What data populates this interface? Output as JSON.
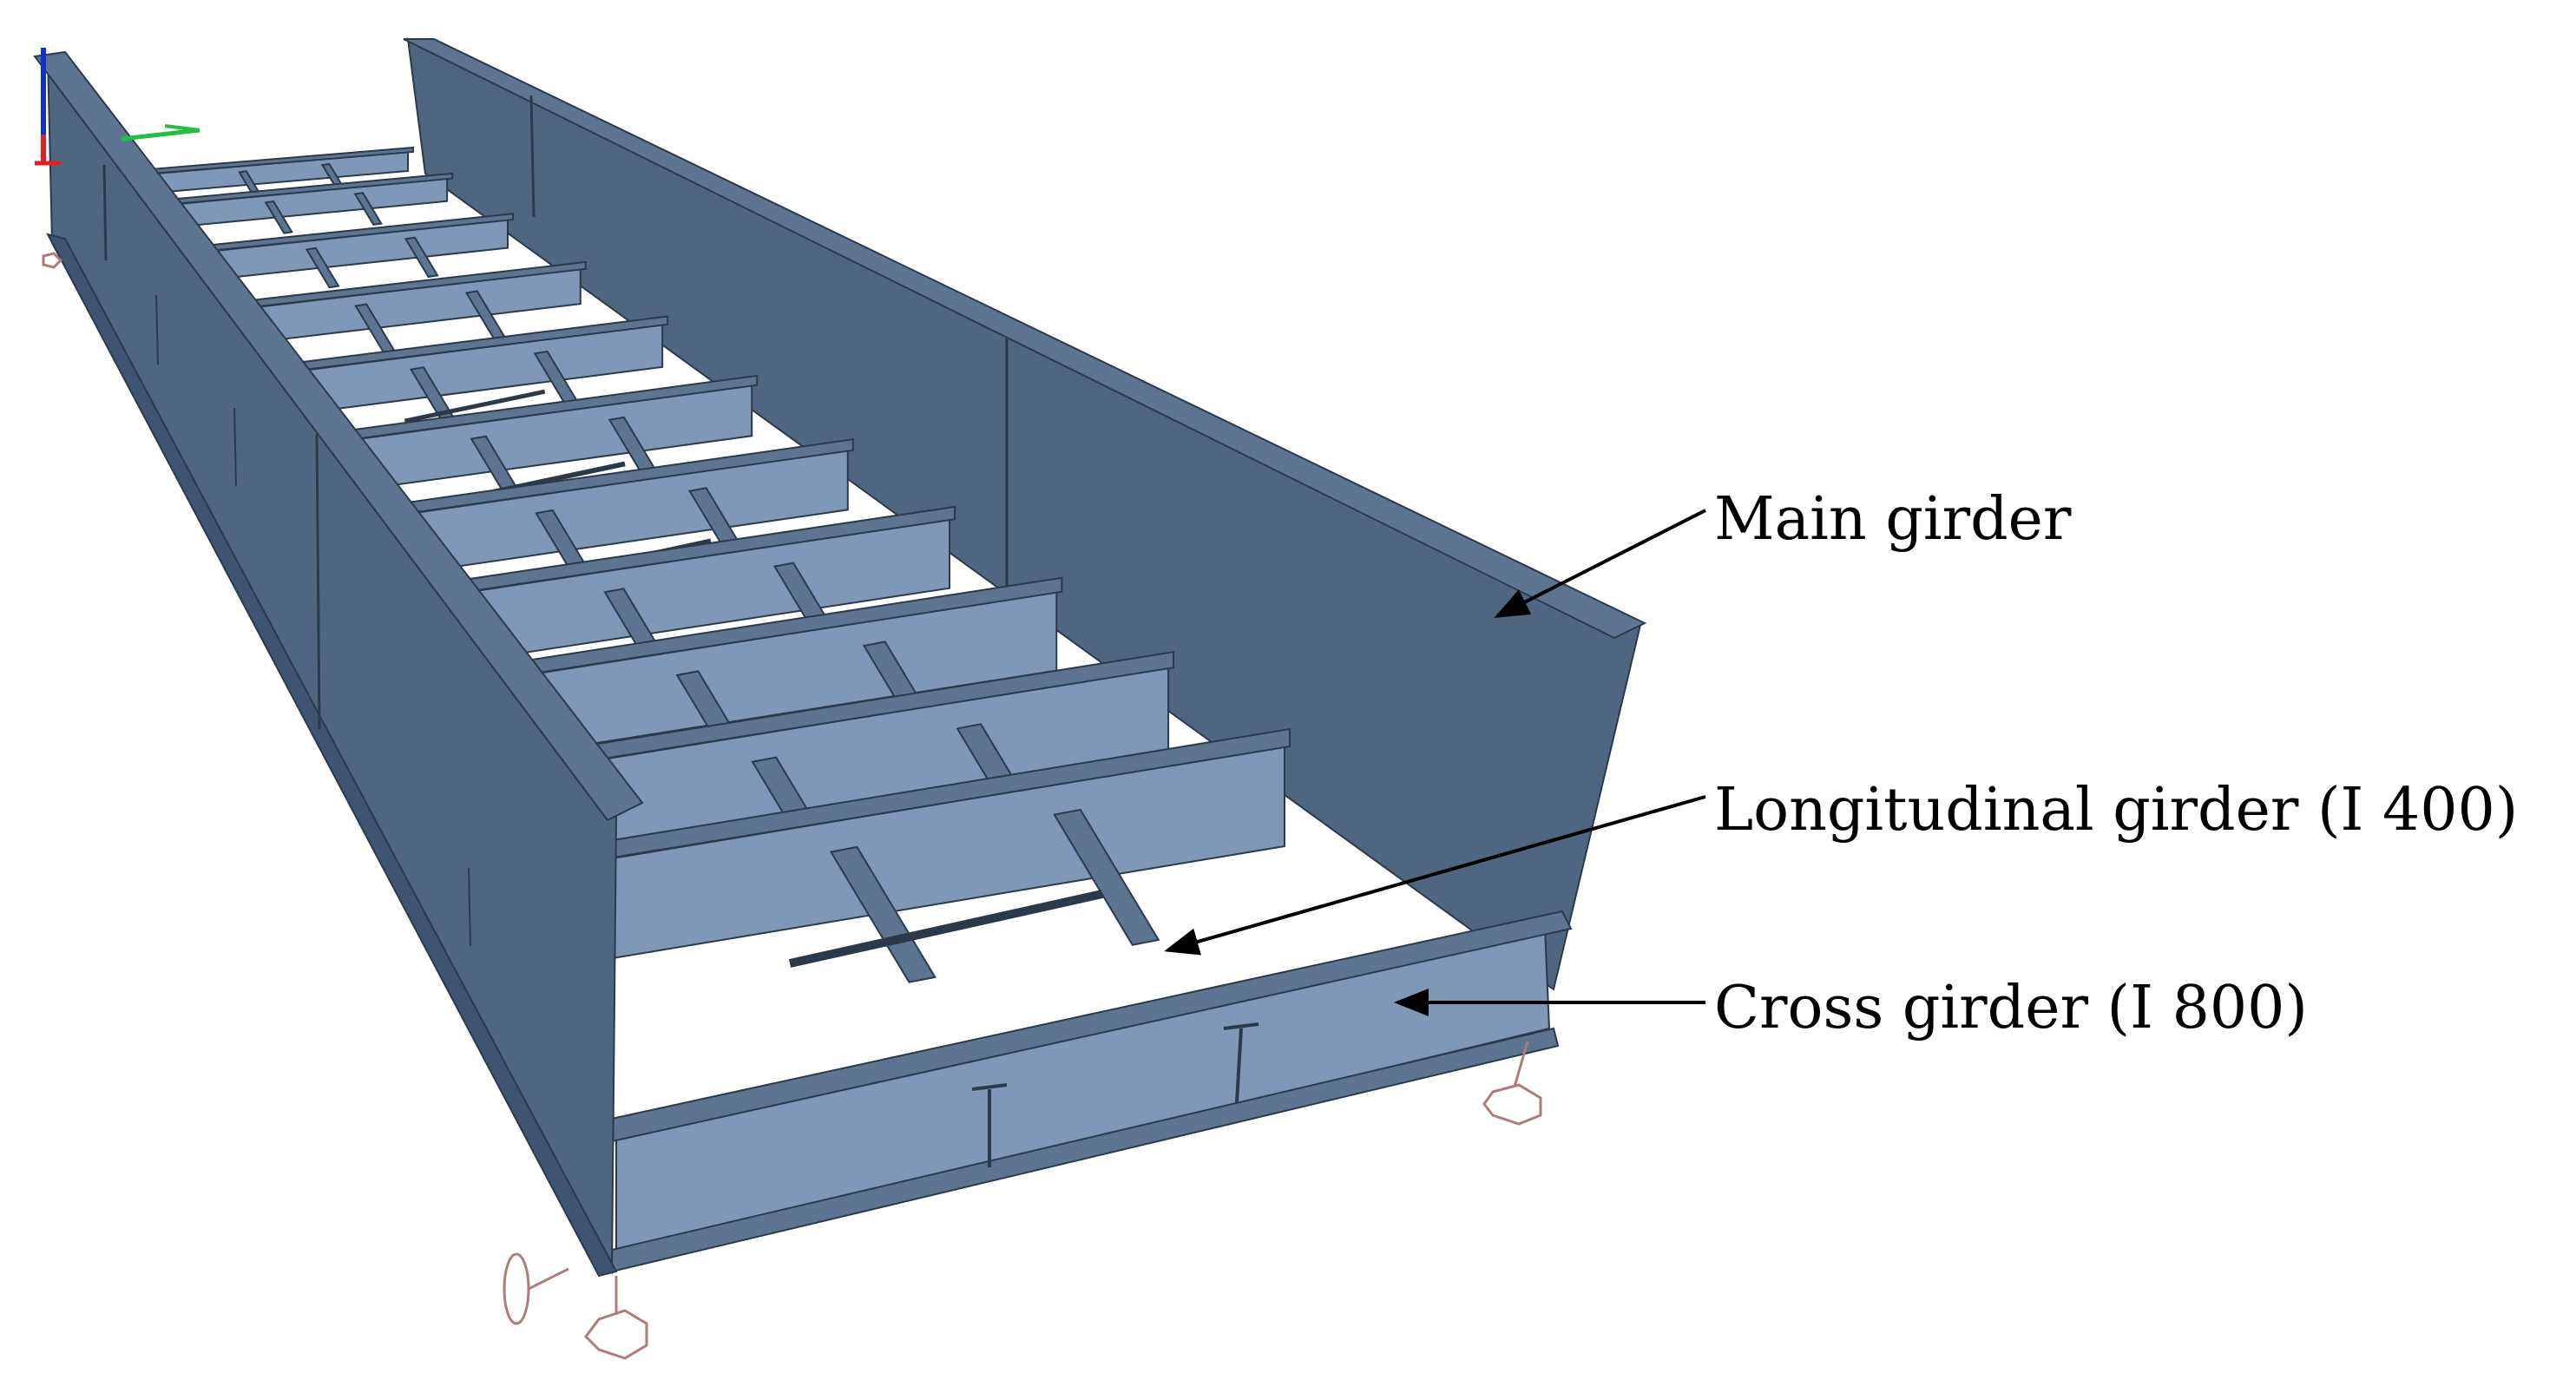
{
  "labels": {
    "main_girder": "Main girder",
    "longitudinal_girder": "Longitudinal girder (I 400)",
    "cross_girder": "Cross girder (I 800)"
  },
  "colors": {
    "background": "#ffffff",
    "steel_dark": "#4f6680",
    "steel_mid": "#5d7591",
    "steel_light": "#7f98b7",
    "edge": "#2b3a4b",
    "support": "#b07a7a",
    "axis_x": "#e02020",
    "axis_y": "#20c040",
    "axis_z": "#1030d0",
    "text": "#000000"
  },
  "icons": [
    "axis-triad-icon",
    "support-bearing-icon"
  ]
}
